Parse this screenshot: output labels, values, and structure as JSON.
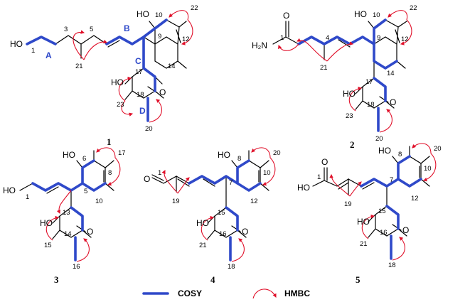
{
  "compounds": [
    {
      "label": "1",
      "atoms": {
        "hydroxyl_chain": "HO",
        "hydroxyl_ring": "HO",
        "hydroxyl_quaternary": "HO",
        "epoxide_o": "O"
      },
      "numbers": [
        "1",
        "3",
        "5",
        "9",
        "10",
        "12",
        "14",
        "17",
        "18",
        "21",
        "22",
        "23",
        "20"
      ],
      "fragments": [
        "A",
        "B",
        "C",
        "D"
      ]
    },
    {
      "label": "2",
      "atoms": {
        "amide_o": "O",
        "amide_n": "H₂N",
        "hydroxyl_ring": "HO",
        "hydroxyl_quaternary": "HO",
        "epoxide_o": "O"
      },
      "numbers": [
        "1",
        "4",
        "9",
        "10",
        "12",
        "14",
        "17",
        "18",
        "21",
        "22",
        "23",
        "20"
      ]
    },
    {
      "label": "3",
      "atoms": {
        "hydroxyl_chain": "HO",
        "hydroxyl_ring": "HO",
        "hydroxyl_quaternary": "HO",
        "epoxide_o": "O"
      },
      "numbers": [
        "1",
        "5",
        "6",
        "8",
        "10",
        "13",
        "14",
        "15",
        "16",
        "17"
      ]
    },
    {
      "label": "4",
      "atoms": {
        "aldehyde_o": "O",
        "hydroxyl_ring": "HO",
        "hydroxyl_quaternary": "HO",
        "epoxide_o": "O"
      },
      "numbers": [
        "1",
        "7",
        "8",
        "10",
        "12",
        "15",
        "16",
        "18",
        "19",
        "20",
        "21"
      ]
    },
    {
      "label": "5",
      "atoms": {
        "acid_o": "O",
        "acid_oh": "HO",
        "hydroxyl_ring": "HO",
        "hydroxyl_quaternary": "HO",
        "epoxide_o": "O"
      },
      "numbers": [
        "1",
        "7",
        "8",
        "10",
        "12",
        "15",
        "16",
        "18",
        "19",
        "20",
        "21"
      ]
    }
  ],
  "legend": {
    "cosy_label": "COSY",
    "hmbc_label": "HMBC"
  },
  "colors": {
    "cosy": "#2f49c9",
    "hmbc": "#e0102a",
    "bond": "#000000"
  }
}
